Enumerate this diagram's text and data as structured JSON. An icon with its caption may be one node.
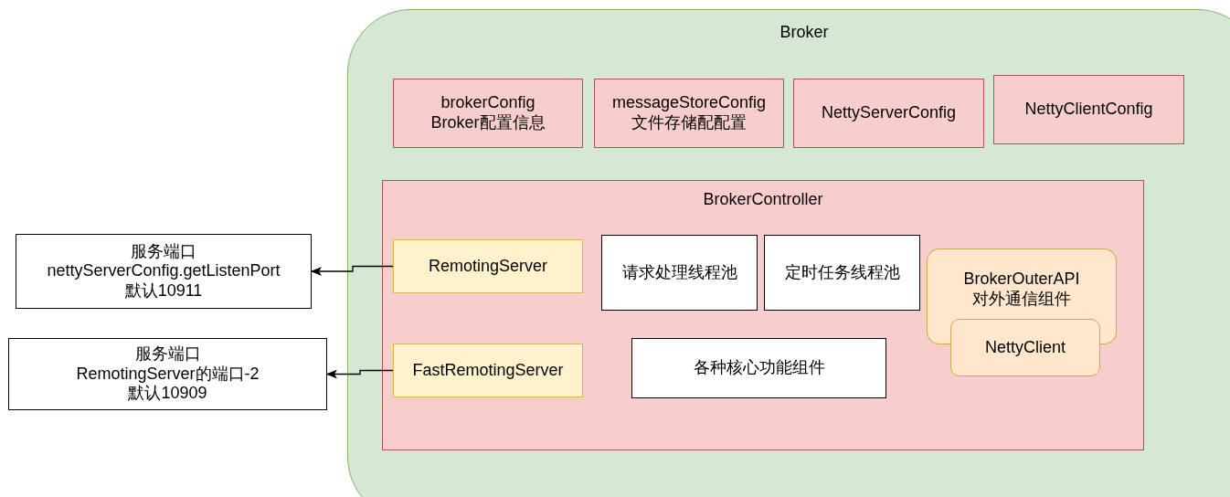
{
  "diagram": {
    "nodes": [
      {
        "text": [
          "Broker"
        ]
      },
      {
        "text": [
          "brokerConfig Broker配置信息"
        ],
        "in": 0
      },
      {
        "text": [
          "messageStoreConfig 文件存储配配置"
        ],
        "in": 0
      },
      {
        "text": [
          "NettyServerConfig"
        ],
        "in": 0
      },
      {
        "text": [
          "NettyClientConfig"
        ],
        "in": 0
      },
      {
        "text": [
          "BrokerController"
        ],
        "in": 0
      },
      {
        "text": [
          "RemotingServer"
        ],
        "in": 5
      },
      {
        "text": [
          "请求处理线程池"
        ],
        "in": 5
      },
      {
        "text": [
          "定时任务线程池"
        ],
        "in": 5
      },
      {
        "text": [
          "BrokerOuterAPI 对外通信组件"
        ],
        "in": 5
      },
      {
        "text": [
          "NettyClient"
        ],
        "in": 5
      },
      {
        "text": [
          "FastRemotingServer"
        ],
        "in": 5
      },
      {
        "text": [
          "各种核心功能组件"
        ],
        "in": 5
      },
      {
        "text": [
          "服务端口 nettyServerConfig.getListenPort 默认10911"
        ]
      },
      {
        "text": [
          "服务端口 RemotingServer的端口-2 默认10909"
        ]
      }
    ],
    "edges": [
      {
        "from": 6,
        "to": 13,
        "arrow": "to"
      },
      {
        "from": 11,
        "to": 14,
        "arrow": "to"
      }
    ]
  }
}
